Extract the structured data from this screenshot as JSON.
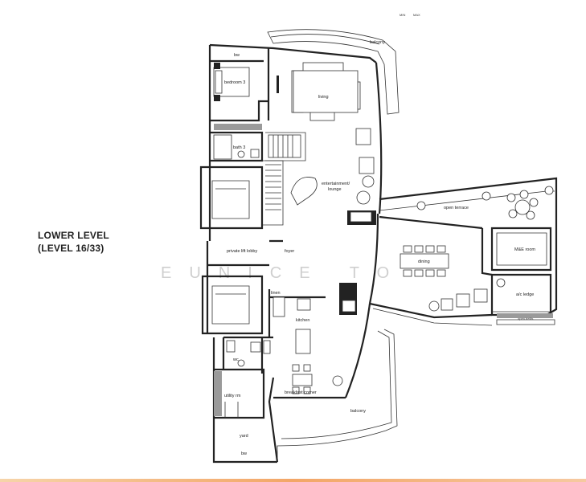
{
  "title": {
    "line1": "LOWER LEVEL",
    "line2": "(LEVEL 16/33)"
  },
  "compass": {
    "min": "MIN",
    "max": "MAX"
  },
  "watermark": "EUNICE TO",
  "rooms": {
    "balcony_top": "balcony",
    "bw_top": "bw",
    "bedroom3": "bedroom 3",
    "living": "living",
    "bath3": "bath 3",
    "entertainment_1": "entertainment/",
    "entertainment_2": "lounge",
    "open_terrace": "open terrace",
    "private_lift_lobby": "private lift lobby",
    "foyer": "foyer",
    "dining": "dining",
    "me_room": "M&E room",
    "ac_ledge": "a/c ledge",
    "open_trellis": "open trellis",
    "linen": "linen",
    "kitchen": "kitchen",
    "wc": "wc",
    "breakfast_corner": "breakfast corner",
    "utility_rm": "utility rm",
    "balcony_bottom": "balcony",
    "yard": "yard",
    "bw_bottom": "bw"
  },
  "colors": {
    "wall": "#222222",
    "accent_bar": "#f3a667"
  }
}
